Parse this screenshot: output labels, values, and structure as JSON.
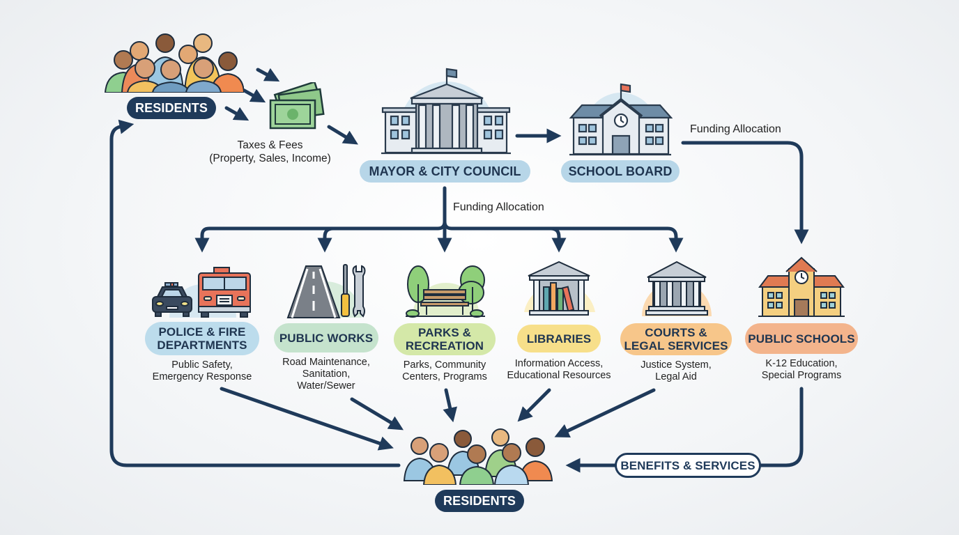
{
  "diagram": {
    "type": "flow",
    "colors": {
      "arrow": "#1f3a5a",
      "dark_pill": "#1f3a5a",
      "mayor_pill": "#b7d6e8",
      "school_board_pill": "#b7d6e8",
      "police_pill": "#bcdcec",
      "public_works_pill": "#c5e3cd",
      "parks_pill": "#d4e8a8",
      "libraries_pill": "#f7df8a",
      "courts_pill": "#f7c68a",
      "public_schools_pill": "#f3b48c"
    },
    "top": {
      "residents_label": "RESIDENTS",
      "taxes_label_line1": "Taxes & Fees",
      "taxes_label_line2": "(Property, Sales, Income)",
      "mayor_label": "MAYOR & CITY COUNCIL",
      "school_board_label": "SCHOOL BOARD",
      "funding_label_right": "Funding Allocation",
      "funding_label_center": "Funding Allocation"
    },
    "services": [
      {
        "name": "police-fire",
        "label_line1": "POLICE & FIRE",
        "label_line2": "DEPARTMENTS",
        "desc_line1": "Public Safety,",
        "desc_line2": "Emergency Response",
        "desc_line3": "",
        "icon": "police-car-fire-truck-icon"
      },
      {
        "name": "public-works",
        "label_line1": "PUBLIC WORKS",
        "label_line2": "",
        "desc_line1": "Road Maintenance,",
        "desc_line2": "Sanitation,",
        "desc_line3": "Water/Sewer",
        "icon": "road-tools-icon"
      },
      {
        "name": "parks-recreation",
        "label_line1": "PARKS &",
        "label_line2": "RECREATION",
        "desc_line1": "Parks, Community",
        "desc_line2": "Centers, Programs",
        "desc_line3": "",
        "icon": "park-bench-trees-icon"
      },
      {
        "name": "libraries",
        "label_line1": "LIBRARIES",
        "label_line2": "",
        "desc_line1": "Information Access,",
        "desc_line2": "Educational Resources",
        "desc_line3": "",
        "icon": "library-books-icon"
      },
      {
        "name": "courts-legal",
        "label_line1": "COURTS &",
        "label_line2": "LEGAL SERVICES",
        "desc_line1": "Justice System,",
        "desc_line2": "Legal Aid",
        "desc_line3": "",
        "icon": "courthouse-icon"
      },
      {
        "name": "public-schools",
        "label_line1": "PUBLIC SCHOOLS",
        "label_line2": "",
        "desc_line1": "K-12 Education,",
        "desc_line2": "Special Programs",
        "desc_line3": "",
        "icon": "school-building-icon"
      }
    ],
    "bottom": {
      "residents_label": "RESIDENTS",
      "benefits_label": "BENEFITS & SERVICES"
    }
  }
}
